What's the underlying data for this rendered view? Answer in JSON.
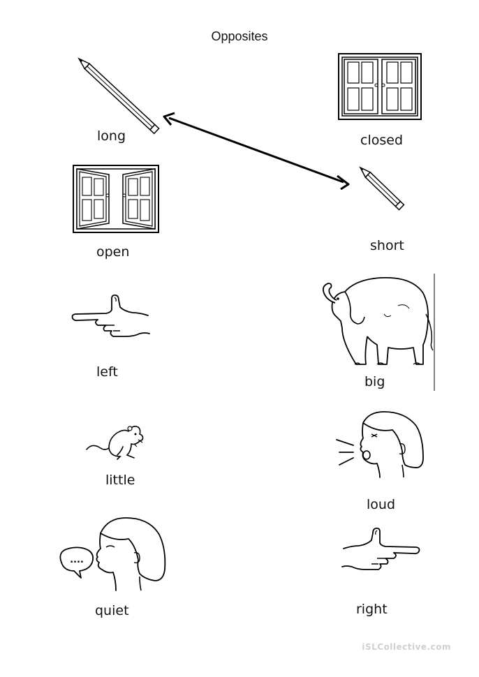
{
  "title": "Opposites",
  "words": {
    "long": "long",
    "closed": "closed",
    "open": "open",
    "short": "short",
    "left": "left",
    "big": "big",
    "little": "little",
    "loud": "loud",
    "quiet": "quiet",
    "right": "right"
  },
  "speech_bubble_text": "....",
  "watermark": "iSLCollective.com"
}
